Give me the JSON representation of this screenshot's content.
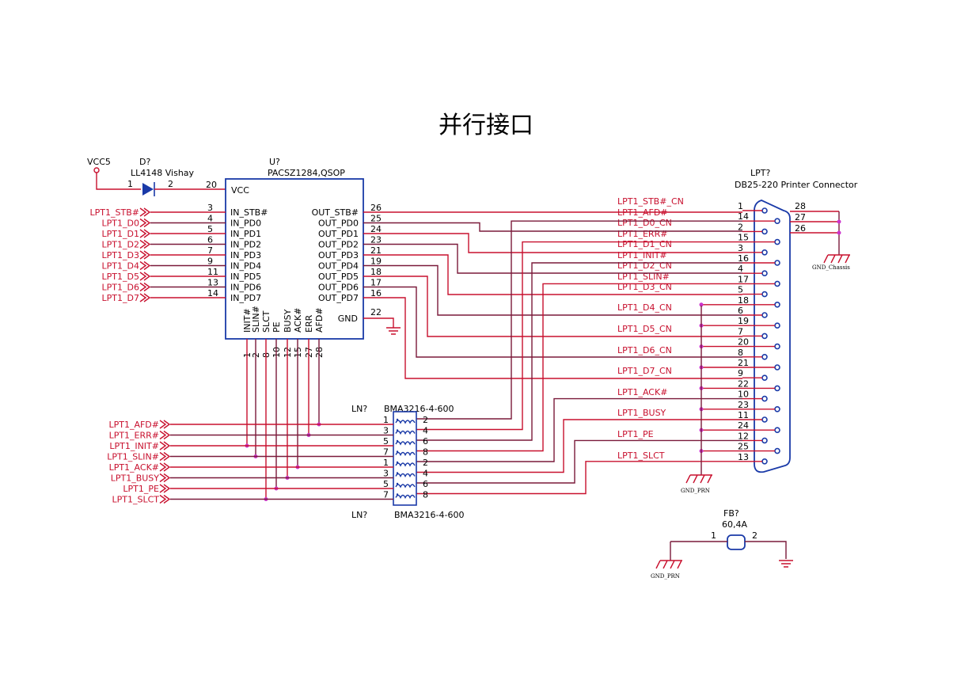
{
  "title": "并行接口",
  "vcc": "VCC5",
  "diode": {
    "ref": "D?",
    "part": "LL4148 Vishay",
    "pin1": "1",
    "pin2": "2"
  },
  "ic": {
    "ref": "U?",
    "part": "PACSZ1284,QSOP",
    "vcc_pin": "20",
    "vcc_label": "VCC",
    "gnd_pin": "22",
    "gnd_label": "GND",
    "inputs": [
      {
        "pin": "3",
        "name": "IN_STB#",
        "net": "LPT1_STB#"
      },
      {
        "pin": "4",
        "name": "IN_PD0",
        "net": "LPT1_D0"
      },
      {
        "pin": "5",
        "name": "IN_PD1",
        "net": "LPT1_D1"
      },
      {
        "pin": "6",
        "name": "IN_PD2",
        "net": "LPT1_D2"
      },
      {
        "pin": "7",
        "name": "IN_PD3",
        "net": "LPT1_D3"
      },
      {
        "pin": "9",
        "name": "IN_PD4",
        "net": "LPT1_D4"
      },
      {
        "pin": "11",
        "name": "IN_PD5",
        "net": "LPT1_D5"
      },
      {
        "pin": "13",
        "name": "IN_PD6",
        "net": "LPT1_D6"
      },
      {
        "pin": "14",
        "name": "IN_PD7",
        "net": "LPT1_D7"
      }
    ],
    "outputs": [
      {
        "pin": "26",
        "name": "OUT_STB#"
      },
      {
        "pin": "25",
        "name": "OUT_PD0"
      },
      {
        "pin": "24",
        "name": "OUT_PD1"
      },
      {
        "pin": "23",
        "name": "OUT_PD2"
      },
      {
        "pin": "21",
        "name": "OUT_PD3"
      },
      {
        "pin": "19",
        "name": "OUT_PD4"
      },
      {
        "pin": "18",
        "name": "OUT_PD5"
      },
      {
        "pin": "17",
        "name": "OUT_PD6"
      },
      {
        "pin": "16",
        "name": "OUT_PD7"
      }
    ],
    "bottom": [
      {
        "pin": "1",
        "name": "INIT#"
      },
      {
        "pin": "2",
        "name": "SLIN#"
      },
      {
        "pin": "8",
        "name": "SLCT"
      },
      {
        "pin": "10",
        "name": "PE"
      },
      {
        "pin": "12",
        "name": "BUSY"
      },
      {
        "pin": "15",
        "name": "ACK#"
      },
      {
        "pin": "27",
        "name": "ERR"
      },
      {
        "pin": "28",
        "name": "AFD#"
      }
    ]
  },
  "connector": {
    "ref": "LPT?",
    "part": "DB25-220 Printer Connector",
    "chassis_pins": [
      "28",
      "27",
      "26"
    ],
    "chassis_gnd": "GND_Chassis",
    "prn_gnd": "GND_PRN",
    "pins": [
      "1",
      "14",
      "2",
      "15",
      "3",
      "16",
      "4",
      "17",
      "5",
      "18",
      "6",
      "19",
      "7",
      "20",
      "8",
      "21",
      "9",
      "22",
      "10",
      "23",
      "11",
      "24",
      "12",
      "25",
      "13"
    ],
    "nets": [
      {
        "label": "LPT1_STB#_CN",
        "pin": "1"
      },
      {
        "label": "LPT1_AFD#",
        "pin": "14"
      },
      {
        "label": "LPT1_D0_CN",
        "pin": "2"
      },
      {
        "label": "LPT1_ERR#",
        "pin": "15"
      },
      {
        "label": "LPT1_D1_CN",
        "pin": "3"
      },
      {
        "label": "LPT1_INIT#",
        "pin": "16"
      },
      {
        "label": "LPT1_D2_CN",
        "pin": "4"
      },
      {
        "label": "LPT1_SLIN#",
        "pin": "17"
      },
      {
        "label": "LPT1_D3_CN",
        "pin": "5"
      },
      {
        "label": "LPT1_D4_CN",
        "pin": "6"
      },
      {
        "label": "LPT1_D5_CN",
        "pin": "7"
      },
      {
        "label": "LPT1_D6_CN",
        "pin": "8"
      },
      {
        "label": "LPT1_D7_CN",
        "pin": "9"
      },
      {
        "label": "LPT1_ACK#",
        "pin": "10"
      },
      {
        "label": "LPT1_BUSY",
        "pin": "11"
      },
      {
        "label": "LPT1_PE",
        "pin": "12"
      },
      {
        "label": "LPT1_SLCT",
        "pin": "13"
      }
    ]
  },
  "ln": {
    "ref": "LN?",
    "part": "BMA3216-4-600",
    "left_pins": [
      "1",
      "3",
      "5",
      "7",
      "1",
      "3",
      "5",
      "7"
    ],
    "right_pins": [
      "2",
      "4",
      "6",
      "8",
      "2",
      "4",
      "6",
      "8"
    ],
    "nets": [
      "LPT1_AFD#",
      "LPT1_ERR#",
      "LPT1_INIT#",
      "LPT1_SLIN#",
      "LPT1_ACK#",
      "LPT1_BUSY",
      "LPT1_PE",
      "LPT1_SLCT"
    ]
  },
  "fb": {
    "ref": "FB?",
    "value": "60,4A",
    "pin1": "1",
    "pin2": "2",
    "gnd_left": "GND_PRN"
  },
  "colors": {
    "wire": "#7a1a3a",
    "net": "#c8102e",
    "part": "#1a3aa8",
    "junction": "#cc33cc"
  }
}
